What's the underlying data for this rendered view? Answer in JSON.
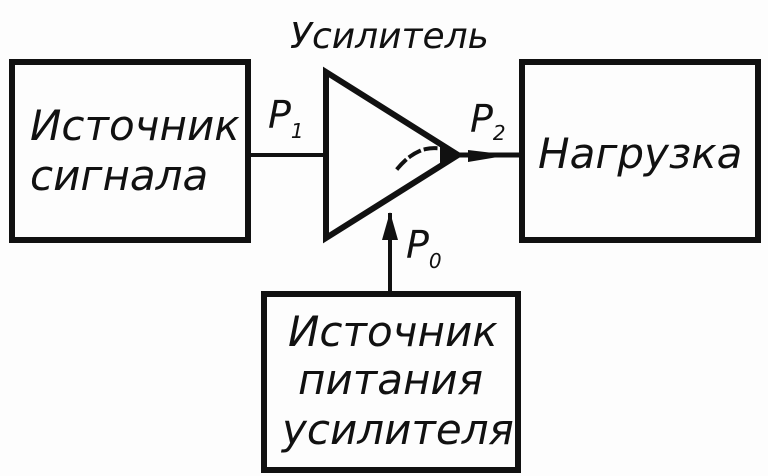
{
  "diagram": {
    "amplifier_label": "Усилитель",
    "signal_source": {
      "line1": "Источник",
      "line2": "сигнала"
    },
    "load": {
      "label": "Нагрузка"
    },
    "power_source": {
      "line1": "Источник",
      "line2": "питания",
      "line3": "усилителя"
    },
    "input_power": {
      "symbol": "P",
      "subscript": "1"
    },
    "output_power": {
      "symbol": "P",
      "subscript": "2"
    },
    "supply_power": {
      "symbol": "P",
      "subscript": "0"
    }
  },
  "colors": {
    "ink": "#111111",
    "paper": "#fdfdfd"
  }
}
